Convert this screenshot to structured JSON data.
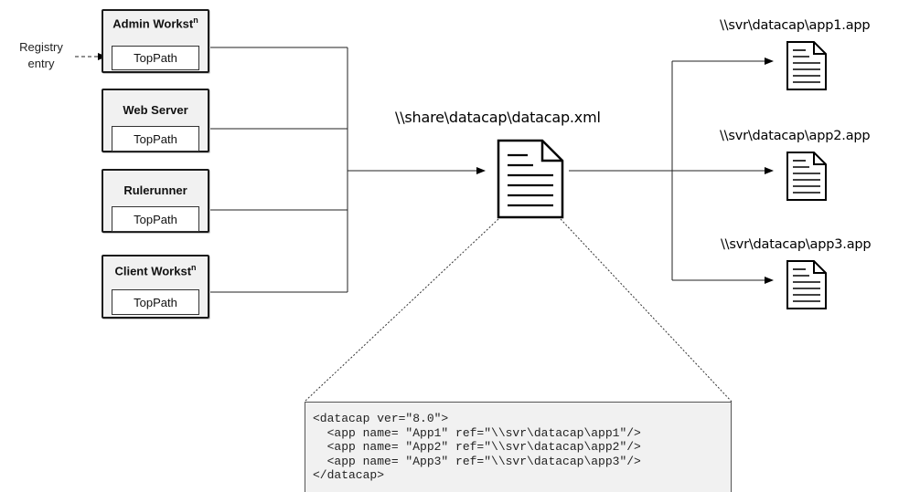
{
  "sources": [
    {
      "title": "Admin Workst",
      "title_sup": "n",
      "inner": "TopPath"
    },
    {
      "title": "Web Server",
      "title_sup": "",
      "inner": "TopPath"
    },
    {
      "title": "Rulerunner",
      "title_sup": "",
      "inner": "TopPath"
    },
    {
      "title": "Client Workst",
      "title_sup": "n",
      "inner": "TopPath"
    }
  ],
  "registry_label": {
    "line1": "Registry",
    "line2": "entry"
  },
  "central_file": "\\\\share\\datacap\\datacap.xml",
  "app_files": [
    "\\\\svr\\datacap\\app1.app",
    "\\\\svr\\datacap\\app2.app",
    "\\\\svr\\datacap\\app3.app"
  ],
  "xml_code": [
    "<datacap ver=\"8.0\">",
    "  <app name= \"App1\" ref=\"\\\\svr\\datacap\\app1\"/>",
    "  <app name= \"App2\" ref=\"\\\\svr\\datacap\\app2\"/>",
    "  <app name= \"App3\" ref=\"\\\\svr\\datacap\\app3\"/>",
    "</datacap>"
  ],
  "icons": {
    "document": "document-icon",
    "arrow": "arrow-icon"
  }
}
